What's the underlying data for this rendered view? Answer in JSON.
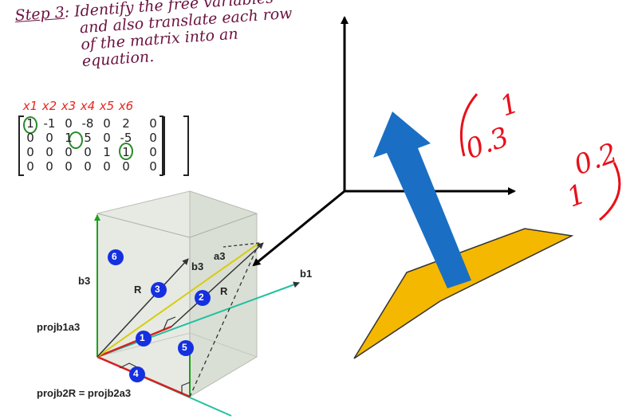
{
  "step": {
    "label": "Step 3",
    "line1": ": Identify the free variables",
    "line2": "and also translate each row",
    "line3": "of the matrix into an",
    "line4": "equation."
  },
  "matrix": {
    "headers": [
      "x1",
      "x2",
      "x3",
      "x4",
      "x5",
      "x6"
    ],
    "rows": [
      [
        "1",
        "-1",
        "0",
        "-8",
        "0",
        "2",
        "0"
      ],
      [
        "0",
        "0",
        "1",
        "5",
        "0",
        "-5",
        "0"
      ],
      [
        "0",
        "0",
        "0",
        "0",
        "1",
        "1",
        "0"
      ],
      [
        "0",
        "0",
        "0",
        "0",
        "0",
        "0",
        "0"
      ]
    ]
  },
  "vector": {
    "a": "1",
    "b": "0.2",
    "c": "0.3",
    "d": "1"
  },
  "diagram": {
    "b3_left": "b3",
    "b3_inner": "b3",
    "a3": "a3",
    "b1": "b1",
    "R1": "R",
    "R2": "R",
    "proj1": "projb1a3",
    "proj2": "projb2R = projb2a3",
    "markers": [
      "1",
      "2",
      "3",
      "4",
      "5",
      "6"
    ]
  },
  "colors": {
    "handwriting": "#6b1240",
    "matrix_header": "#e8261e",
    "vector_text": "#e8101a",
    "arrow_blue": "#1a6fc4",
    "plane_yellow": "#f5b800",
    "marker_blue": "#1530e0",
    "box_fill": "#dfe5dc",
    "green_line": "#1ca01c",
    "red_line": "#d82020",
    "yellow_line": "#d8cc10",
    "teal_line": "#22c0a0"
  }
}
